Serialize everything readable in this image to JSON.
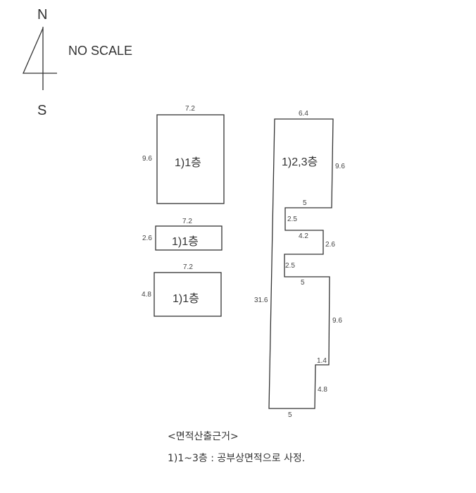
{
  "compass": {
    "north": "N",
    "south": "S"
  },
  "scale_note": "NO SCALE",
  "left_blocks": [
    {
      "label": "1)1층",
      "width": "7.2",
      "height": "9.6"
    },
    {
      "label": "1)1층",
      "width": "7.2",
      "height": "2.6"
    },
    {
      "label": "1)1층",
      "width": "7.2",
      "height": "4.8"
    }
  ],
  "right_block": {
    "label": "1)2,3층",
    "dims": {
      "top": "6.4",
      "right_top": "9.6",
      "step1": "5",
      "notch1": "2.5",
      "notch_w": "4.2",
      "notch_h": "2.6",
      "notch2": "2.5",
      "step2": "5",
      "right_mid": "9.6",
      "step3": "1.4",
      "right_bottom": "4.8",
      "bottom": "5",
      "left": "31.6"
    }
  },
  "notes": {
    "heading": "<면적산출근거>",
    "line1": "1)1~3층 : 공부상면적으로 사정."
  }
}
